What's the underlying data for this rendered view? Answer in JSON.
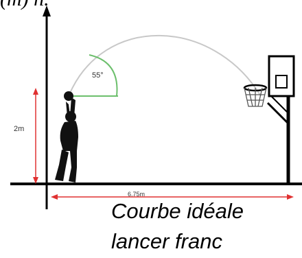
{
  "axis_label_fragment": "(m) h.",
  "height_label": "2m",
  "angle_label": "55°",
  "distance_label": "6.75m",
  "caption_line1": "Courbe idéale",
  "caption_line2": "lancer franc",
  "colors": {
    "trajectory": "#c8c8c8",
    "angle_arc": "#6cbf6c",
    "dimension_arrow": "#e03030",
    "axes": "#000000"
  }
}
